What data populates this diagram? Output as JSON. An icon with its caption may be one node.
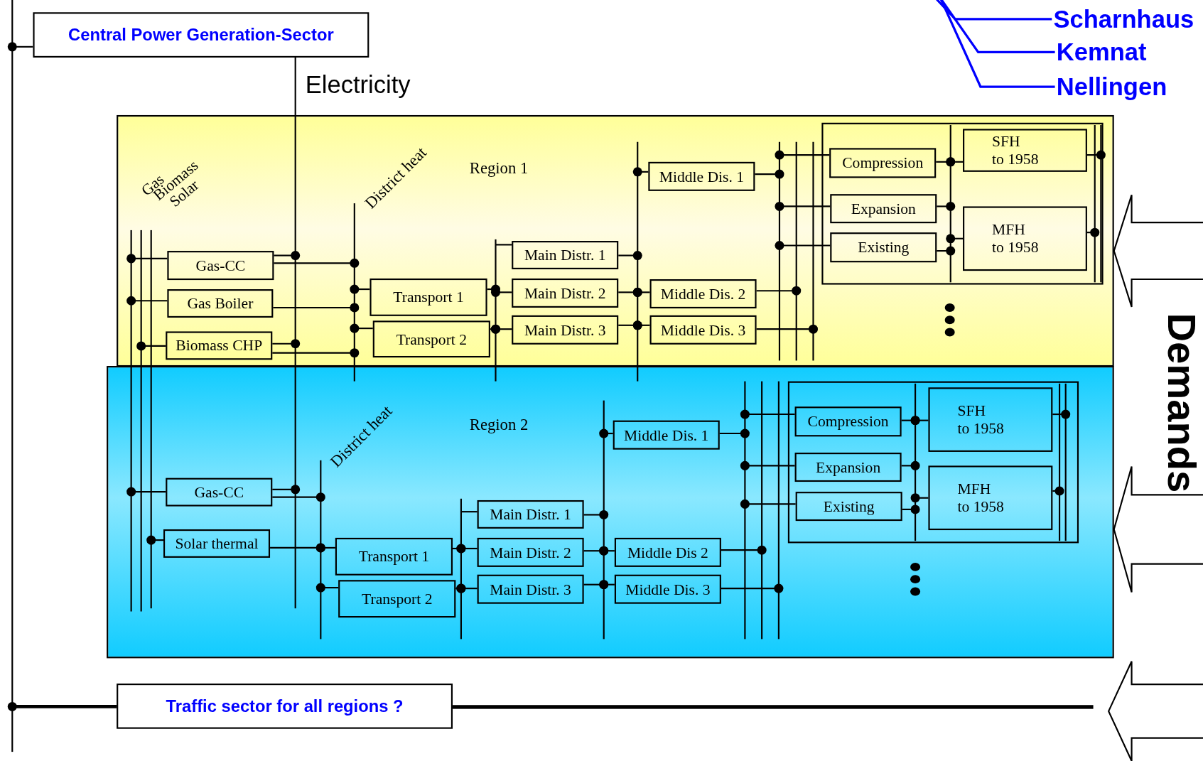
{
  "diagram": {
    "nodes": [
      {
        "text": [
          "Central Power Generation-Sector"
        ]
      },
      {
        "text": [
          "Scharnhaus"
        ]
      },
      {
        "text": [
          "Kemnat"
        ]
      },
      {
        "text": [
          "Nellingen"
        ]
      },
      {
        "text": [
          "Region 1"
        ]
      },
      {
        "text": [
          "Gas-CC"
        ],
        "in": 4
      },
      {
        "text": [
          "Gas Boiler"
        ],
        "in": 4
      },
      {
        "text": [
          "Biomass CHP"
        ],
        "in": 4
      },
      {
        "text": [
          "Transport 1"
        ],
        "in": 4
      },
      {
        "text": [
          "Transport 2"
        ],
        "in": 4
      },
      {
        "text": [
          "Main Distr. 1"
        ],
        "in": 4
      },
      {
        "text": [
          "Main Distr. 2"
        ],
        "in": 4
      },
      {
        "text": [
          "Main Distr. 3"
        ],
        "in": 4
      },
      {
        "text": [
          "Middle Dis. 1"
        ],
        "in": 4
      },
      {
        "text": [
          "Middle Dis. 2"
        ],
        "in": 4
      },
      {
        "text": [
          "Middle Dis. 3"
        ],
        "in": 4
      },
      {
        "text": [],
        "shape": "box",
        "in": 4
      },
      {
        "text": [
          "Compression"
        ],
        "in": 16
      },
      {
        "text": [
          "Expansion"
        ],
        "in": 16
      },
      {
        "text": [
          "Existing"
        ],
        "in": 16
      },
      {
        "text": [
          "SFH",
          "to 1958"
        ],
        "in": 16
      },
      {
        "text": [
          "MFH",
          "to 1958"
        ],
        "in": 16
      },
      {
        "text": [
          "Region 2"
        ]
      },
      {
        "text": [
          "Gas-CC"
        ],
        "in": 22
      },
      {
        "text": [
          "Solar thermal"
        ],
        "in": 22
      },
      {
        "text": [
          "Transport 1"
        ],
        "in": 22
      },
      {
        "text": [
          "Transport 2"
        ],
        "in": 22
      },
      {
        "text": [
          "Main Distr. 1"
        ],
        "in": 22
      },
      {
        "text": [
          "Main Distr. 2"
        ],
        "in": 22
      },
      {
        "text": [
          "Main Distr. 3"
        ],
        "in": 22
      },
      {
        "text": [
          "Middle Dis. 1"
        ],
        "in": 22
      },
      {
        "text": [
          "Middle Dis 2"
        ],
        "in": 22
      },
      {
        "text": [
          "Middle Dis. 3"
        ],
        "in": 22
      },
      {
        "text": [],
        "shape": "box",
        "in": 22
      },
      {
        "text": [
          "Compression"
        ],
        "in": 33
      },
      {
        "text": [
          "Expansion"
        ],
        "in": 33
      },
      {
        "text": [
          "Existing"
        ],
        "in": 33
      },
      {
        "text": [
          "SFH",
          "to 1958"
        ],
        "in": 33
      },
      {
        "text": [
          "MFH",
          "to 1958"
        ],
        "in": 33
      },
      {
        "text": [
          "Traffic sector for all regions ?"
        ]
      },
      {
        "text": [],
        "shape": "bar"
      },
      {
        "text": [],
        "shape": "bar"
      },
      {
        "text": [],
        "shape": "bar"
      },
      {
        "text": [],
        "shape": "bar"
      },
      {
        "text": [],
        "shape": "bar"
      },
      {
        "text": [],
        "shape": "bar"
      },
      {
        "text": [],
        "shape": "bar"
      },
      {
        "text": [],
        "shape": "bar"
      },
      {
        "text": [],
        "shape": "bar",
        "in": 4
      },
      {
        "text": [],
        "shape": "bar",
        "in": 4
      },
      {
        "text": [],
        "shape": "bar",
        "in": 4
      },
      {
        "text": [],
        "shape": "bar",
        "in": 16
      },
      {
        "text": [],
        "shape": "bar",
        "in": 16
      },
      {
        "text": [],
        "shape": "bar",
        "in": 16
      },
      {
        "text": [],
        "shape": "bar",
        "in": 22
      },
      {
        "text": [],
        "shape": "bar",
        "in": 22
      },
      {
        "text": [],
        "shape": "bar",
        "in": 22
      },
      {
        "text": [],
        "shape": "bar",
        "in": 22
      },
      {
        "text": [],
        "shape": "bar",
        "in": 22
      },
      {
        "text": [],
        "shape": "bar",
        "in": 22
      },
      {
        "text": [],
        "shape": "bar",
        "in": 33
      },
      {
        "text": [],
        "shape": "bar",
        "in": 33
      },
      {
        "text": [],
        "shape": "bar",
        "in": 33
      },
      {
        "text": [],
        "shape": "bar"
      }
    ],
    "edges": [
      {
        "from": 0,
        "to": 40,
        "arrow": "other"
      },
      {
        "from": 0,
        "to": 44,
        "arrow": "none"
      },
      {
        "from": 1,
        "to": null,
        "arrow": "none",
        "color": "#0000ff"
      },
      {
        "from": 2,
        "to": null,
        "arrow": "none",
        "color": "#0000ff"
      },
      {
        "from": 3,
        "to": null,
        "arrow": "none",
        "color": "#0000ff"
      },
      {
        "from": 5,
        "to": 41,
        "arrow": "other"
      },
      {
        "from": 6,
        "to": 41,
        "arrow": "other"
      },
      {
        "from": 7,
        "to": 42,
        "arrow": "other"
      },
      {
        "from": 5,
        "to": 44,
        "arrow": "other"
      },
      {
        "from": 5,
        "to": 45,
        "arrow": "other"
      },
      {
        "from": 6,
        "to": 45,
        "arrow": "other"
      },
      {
        "from": 7,
        "to": 44,
        "arrow": "other"
      },
      {
        "from": 7,
        "to": 45,
        "arrow": "other"
      },
      {
        "from": 8,
        "to": 45,
        "arrow": "other"
      },
      {
        "from": 9,
        "to": 45,
        "arrow": "other"
      },
      {
        "from": 8,
        "to": 46,
        "arrow": "other"
      },
      {
        "from": 9,
        "to": 46,
        "arrow": "other"
      },
      {
        "from": 10,
        "to": 46,
        "arrow": "none"
      },
      {
        "from": 11,
        "to": 46,
        "arrow": "other"
      },
      {
        "from": 12,
        "to": 46,
        "arrow": "other"
      },
      {
        "from": 10,
        "to": 47,
        "arrow": "other"
      },
      {
        "from": 11,
        "to": 47,
        "arrow": "other"
      },
      {
        "from": 12,
        "to": 47,
        "arrow": "other"
      },
      {
        "from": 13,
        "to": 47,
        "arrow": "other"
      },
      {
        "from": 14,
        "to": 47,
        "arrow": "other"
      },
      {
        "from": 15,
        "to": 47,
        "arrow": "other"
      },
      {
        "from": 13,
        "to": 48,
        "arrow": "other"
      },
      {
        "from": 14,
        "to": 49,
        "arrow": "other"
      },
      {
        "from": 15,
        "to": 50,
        "arrow": "other"
      },
      {
        "from": 17,
        "to": 48,
        "arrow": "other"
      },
      {
        "from": 18,
        "to": 48,
        "arrow": "other"
      },
      {
        "from": 19,
        "to": 48,
        "arrow": "other"
      },
      {
        "from": 17,
        "to": 51,
        "arrow": "other"
      },
      {
        "from": 18,
        "to": 51,
        "arrow": "other"
      },
      {
        "from": 19,
        "to": 51,
        "arrow": "other"
      },
      {
        "from": 20,
        "to": 51,
        "arrow": "other"
      },
      {
        "from": 21,
        "to": 51,
        "arrow": "other"
      },
      {
        "from": 20,
        "to": 53,
        "arrow": "other"
      },
      {
        "from": 21,
        "to": 52,
        "arrow": "other"
      },
      {
        "from": 23,
        "to": 41,
        "arrow": "other"
      },
      {
        "from": 24,
        "to": 43,
        "arrow": "other"
      },
      {
        "from": 23,
        "to": 44,
        "arrow": "other"
      },
      {
        "from": 23,
        "to": 54,
        "arrow": "other"
      },
      {
        "from": 24,
        "to": 54,
        "arrow": "other"
      },
      {
        "from": 25,
        "to": 54,
        "arrow": "other"
      },
      {
        "from": 26,
        "to": 54,
        "arrow": "other"
      },
      {
        "from": 25,
        "to": 55,
        "arrow": "other"
      },
      {
        "from": 26,
        "to": 55,
        "arrow": "other"
      },
      {
        "from": 27,
        "to": 55,
        "arrow": "none"
      },
      {
        "from": 28,
        "to": 55,
        "arrow": "other"
      },
      {
        "from": 29,
        "to": 55,
        "arrow": "other"
      },
      {
        "from": 27,
        "to": 56,
        "arrow": "other"
      },
      {
        "from": 28,
        "to": 56,
        "arrow": "other"
      },
      {
        "from": 29,
        "to": 56,
        "arrow": "other"
      },
      {
        "from": 30,
        "to": 56,
        "arrow": "other"
      },
      {
        "from": 31,
        "to": 56,
        "arrow": "other"
      },
      {
        "from": 32,
        "to": 56,
        "arrow": "other"
      },
      {
        "from": 30,
        "to": 57,
        "arrow": "other"
      },
      {
        "from": 31,
        "to": 58,
        "arrow": "other"
      },
      {
        "from": 32,
        "to": 59,
        "arrow": "other"
      },
      {
        "from": 34,
        "to": 57,
        "arrow": "other"
      },
      {
        "from": 35,
        "to": 57,
        "arrow": "other"
      },
      {
        "from": 36,
        "to": 57,
        "arrow": "other"
      },
      {
        "from": 34,
        "to": 60,
        "arrow": "other"
      },
      {
        "from": 35,
        "to": 60,
        "arrow": "other"
      },
      {
        "from": 36,
        "to": 60,
        "arrow": "other"
      },
      {
        "from": 37,
        "to": 60,
        "arrow": "other"
      },
      {
        "from": 38,
        "to": 60,
        "arrow": "other"
      },
      {
        "from": 37,
        "to": 62,
        "arrow": "other"
      },
      {
        "from": 38,
        "to": 61,
        "arrow": "other"
      },
      {
        "from": 39,
        "to": 40,
        "arrow": "other",
        "style": "thick"
      },
      {
        "from": null,
        "to": 4,
        "arrow": "to"
      },
      {
        "from": null,
        "to": 22,
        "arrow": "to"
      },
      {
        "from": null,
        "to": 63,
        "arrow": "to"
      }
    ],
    "labels": [
      "Electricity",
      "Gas",
      "Biomass",
      "Solar",
      "District heat",
      "Demands",
      "District heat"
    ]
  }
}
